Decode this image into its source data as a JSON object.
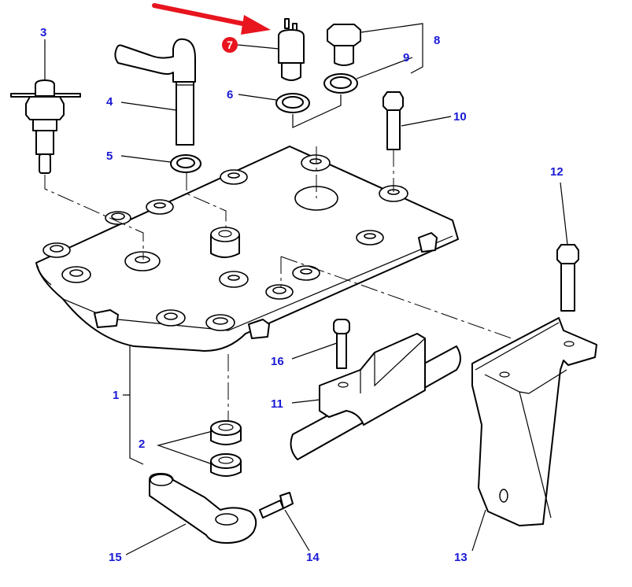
{
  "diagram": {
    "title": "",
    "type": "exploded parts diagram",
    "label_color": "#1a1ad6",
    "highlight_color": "#e8141e",
    "highlighted_part": "7",
    "callouts": [
      {
        "id": "1",
        "part": "cover-plate"
      },
      {
        "id": "2",
        "part": "spacer-bushings"
      },
      {
        "id": "3",
        "part": "temperature-sender"
      },
      {
        "id": "4",
        "part": "bent-pipe"
      },
      {
        "id": "5",
        "part": "sealing-washer"
      },
      {
        "id": "6",
        "part": "sealing-washer"
      },
      {
        "id": "7",
        "part": "switch-sensor"
      },
      {
        "id": "8",
        "part": "plug"
      },
      {
        "id": "9",
        "part": "sealing-washer"
      },
      {
        "id": "10",
        "part": "bolt"
      },
      {
        "id": "11",
        "part": "clamp-block"
      },
      {
        "id": "12",
        "part": "bolt"
      },
      {
        "id": "13",
        "part": "bracket"
      },
      {
        "id": "14",
        "part": "screw"
      },
      {
        "id": "15",
        "part": "lever-arm"
      },
      {
        "id": "16",
        "part": "cap-screw"
      }
    ]
  }
}
